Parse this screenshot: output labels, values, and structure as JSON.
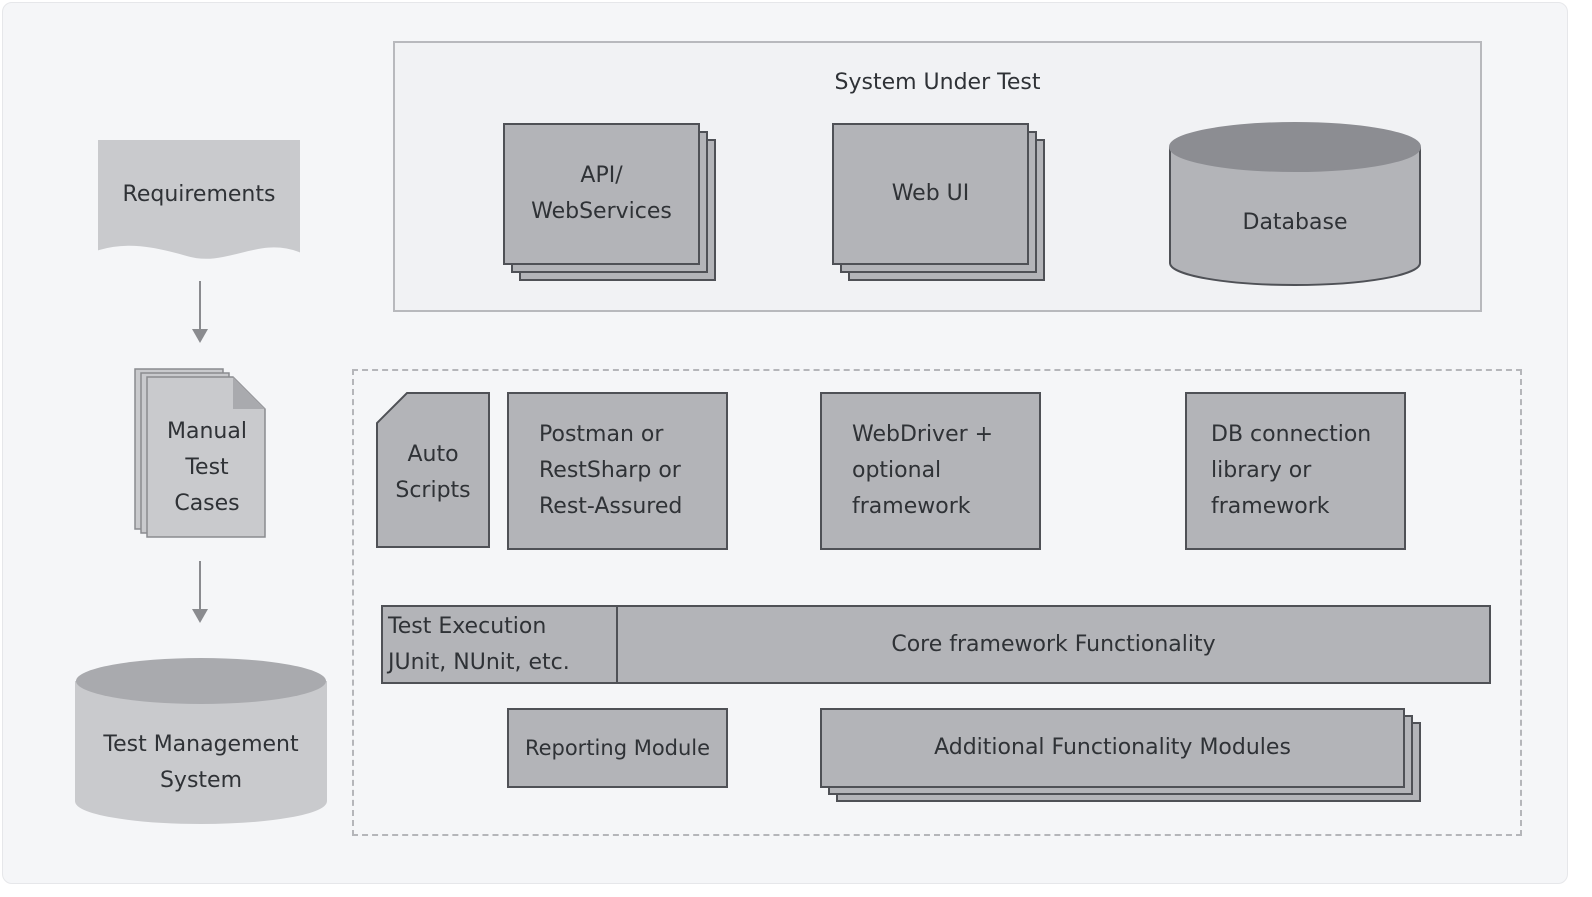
{
  "left_flow": {
    "requirements": "Requirements",
    "manual_tests": [
      "Manual",
      "Test",
      "Cases"
    ],
    "tms": [
      "Test Management",
      "System"
    ]
  },
  "system_under_test": {
    "title": "System Under Test",
    "api": [
      "API/",
      "WebServices"
    ],
    "web_ui": "Web UI",
    "database": "Database"
  },
  "tooling": {
    "auto_scripts": [
      "Auto",
      "Scripts"
    ],
    "api_tools": [
      "Postman or",
      "RestSharp or",
      "Rest-Assured"
    ],
    "web_tools": [
      "WebDriver +",
      "optional",
      "framework"
    ],
    "db_tools": [
      "DB connection",
      "library or",
      "framework"
    ],
    "test_execution": [
      "Test Execution",
      "JUnit, NUnit, etc."
    ],
    "core": "Core framework Functionality",
    "reporting": "Reporting Module",
    "additional": "Additional Functionality Modules"
  },
  "colors": {
    "box_fill": "#b3b4b8",
    "box_stroke": "#4f5156",
    "cylinder_top": "#8c8d92",
    "light_fill": "#c9cacd",
    "background": "#f5f6f8"
  }
}
